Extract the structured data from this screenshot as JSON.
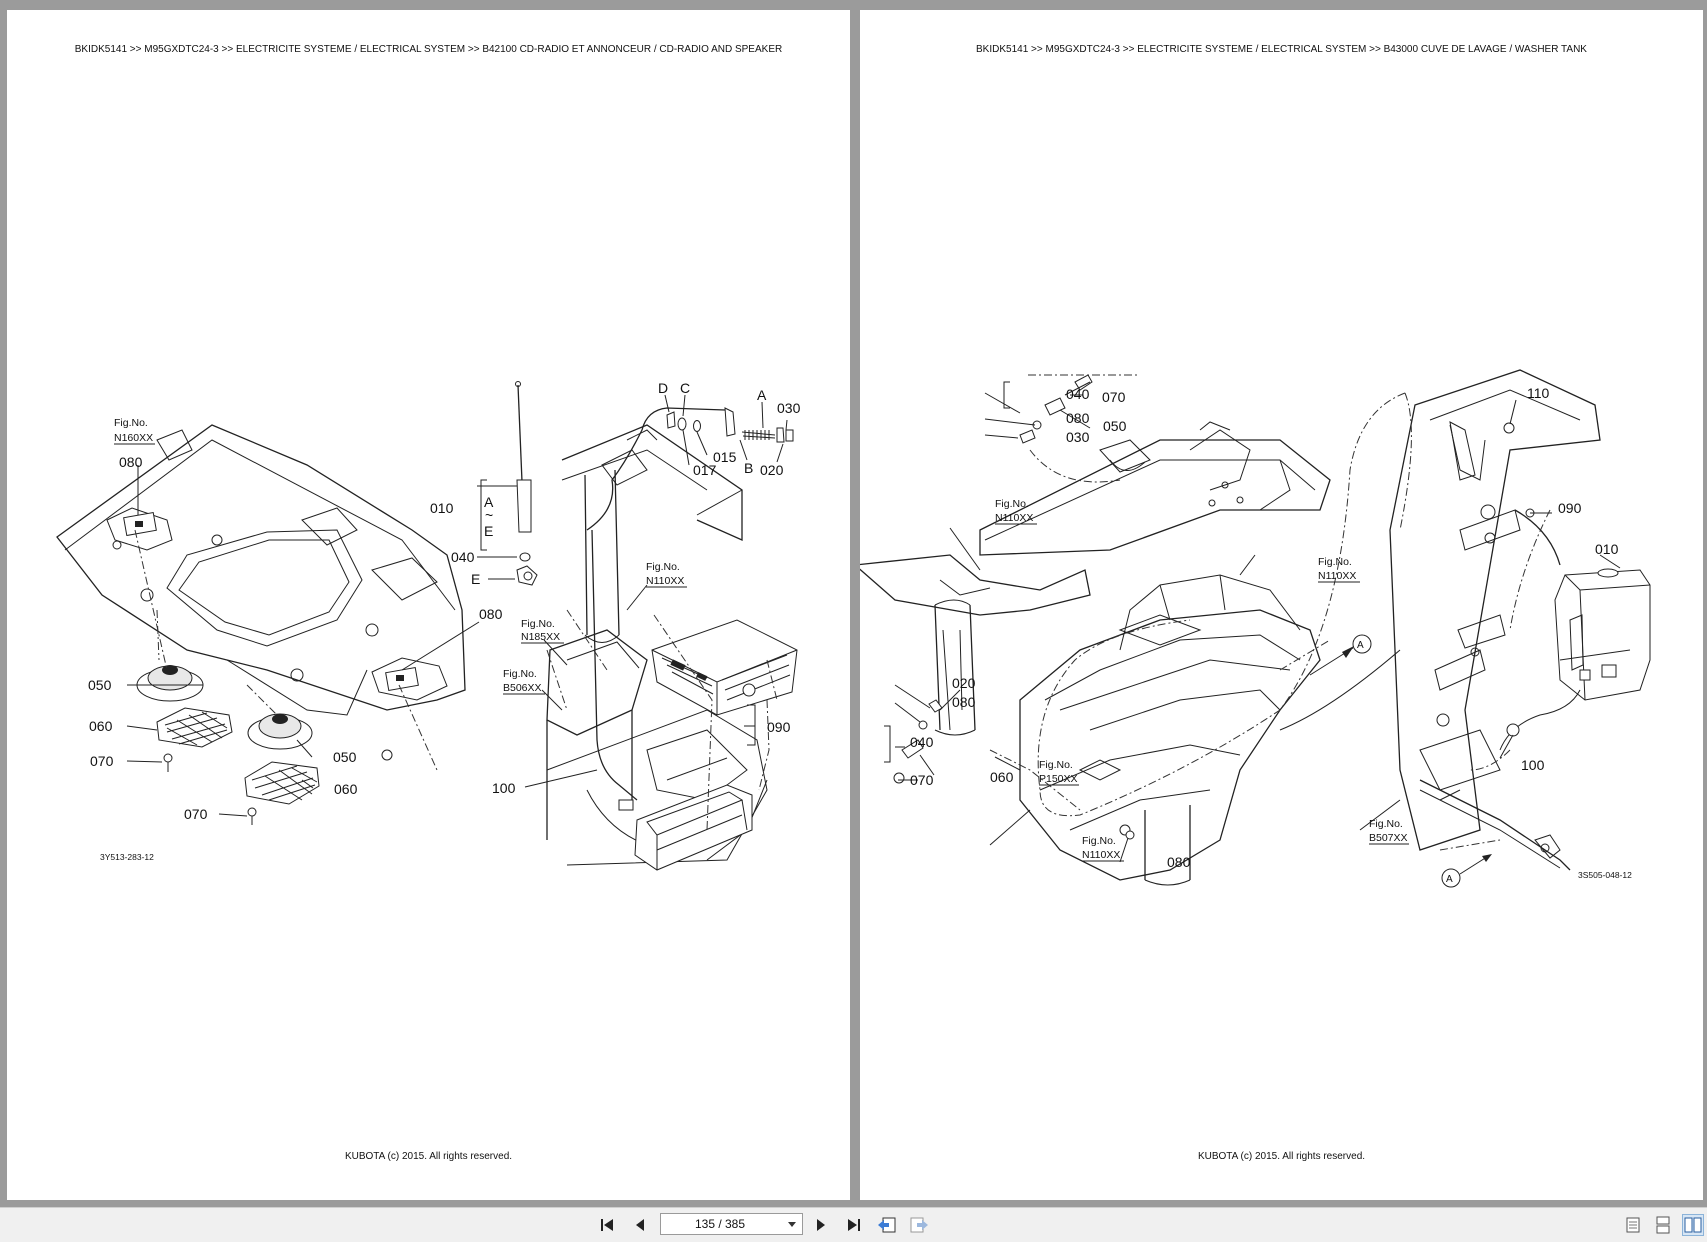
{
  "viewer": {
    "page_indicator": "135 / 385",
    "toolbar_icons": [
      "first-page-icon",
      "previous-page-icon",
      "next-page-icon",
      "last-page-icon",
      "previous-view-icon",
      "next-view-icon",
      "single-page-view-icon",
      "continuous-view-icon",
      "two-page-view-icon"
    ]
  },
  "left_page": {
    "breadcrumb": "BKIDK5141 >> M95GXDTC24-3 >> ELECTRICITE SYSTEME / ELECTRICAL SYSTEM >> B42100   CD-RADIO ET ANNONCEUR / CD-RADIO AND SPEAKER",
    "footer": "KUBOTA (c) 2015. All rights reserved.",
    "diagram_code": "3Y513-283-12",
    "part_labels": [
      "080",
      "080",
      "050",
      "060",
      "070",
      "050",
      "060",
      "070",
      "010",
      "040",
      "D",
      "C",
      "A",
      "030",
      "015",
      "017",
      "B",
      "020",
      "100",
      "090"
    ],
    "letter_labels": [
      "A",
      "~",
      "E",
      "E"
    ],
    "fig_refs": [
      {
        "title": "Fig.No.",
        "code": "N160XX"
      },
      {
        "title": "Fig.No.",
        "code": "N110XX"
      },
      {
        "title": "Fig.No.",
        "code": "N185XX"
      },
      {
        "title": "Fig.No.",
        "code": "B506XX"
      }
    ]
  },
  "right_page": {
    "breadcrumb": "BKIDK5141 >> M95GXDTC24-3 >> ELECTRICITE SYSTEME / ELECTRICAL SYSTEM >> B43000   CUVE DE LAVAGE / WASHER TANK",
    "footer": "KUBOTA (c) 2015. All rights reserved.",
    "diagram_code": "3S505-048-12",
    "part_labels": [
      "040",
      "070",
      "080",
      "050",
      "030",
      "110",
      "090",
      "010",
      "020",
      "080",
      "040",
      "060",
      "070",
      "100",
      "080"
    ],
    "circle_labels": [
      "A",
      "A"
    ],
    "fig_refs": [
      {
        "title": "Fig.No.",
        "code": "N110XX"
      },
      {
        "title": "Fig.No.",
        "code": "N110XX"
      },
      {
        "title": "Fig.No.",
        "code": "P150XX"
      },
      {
        "title": "Fig.No.",
        "code": "N110XX"
      },
      {
        "title": "Fig.No.",
        "code": "B507XX"
      }
    ]
  }
}
